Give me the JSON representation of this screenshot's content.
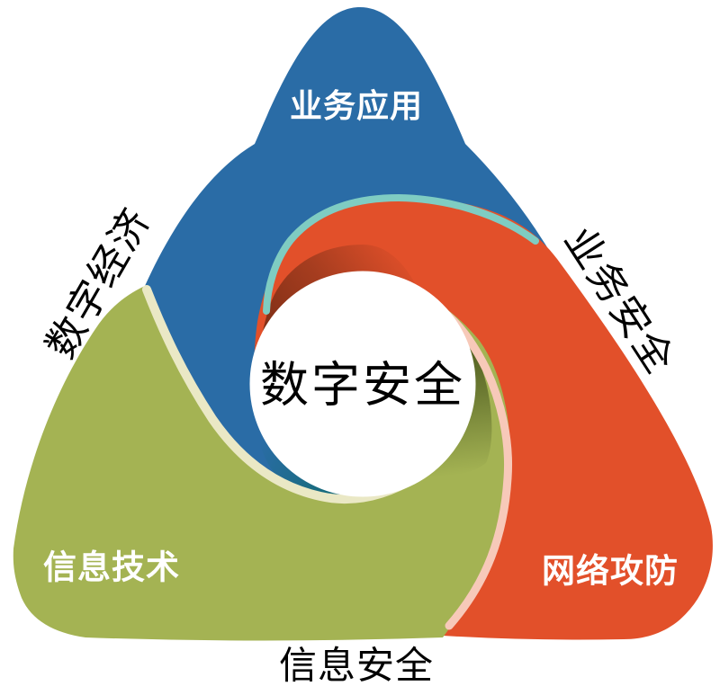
{
  "diagram": {
    "type": "interlocking-triangle-loop",
    "background": "#ffffff",
    "center": {
      "label": "数字安全",
      "text_color": "#000000",
      "outline_color": "#ffffff"
    },
    "arms": [
      {
        "id": "top",
        "label": "业务应用",
        "color": "#2a6ca6",
        "tail_color": "#0c6a60"
      },
      {
        "id": "bottom-right",
        "label": "网络攻防",
        "color": "#e2502a",
        "tail_color": "#6e2a12"
      },
      {
        "id": "bottom-left",
        "label": "信息技术",
        "color": "#a4b353",
        "tail_color": "#3c4a16"
      }
    ],
    "edge_labels": [
      {
        "id": "left",
        "label": "数字经济"
      },
      {
        "id": "right",
        "label": "业务安全"
      },
      {
        "id": "bottom",
        "label": "信息安全"
      }
    ],
    "highlight_colors": {
      "teal": "#7fccc2",
      "pink": "#f7c9b9",
      "cream": "#eae8c5"
    },
    "label_text_color_on_arm": "#ffffff"
  }
}
